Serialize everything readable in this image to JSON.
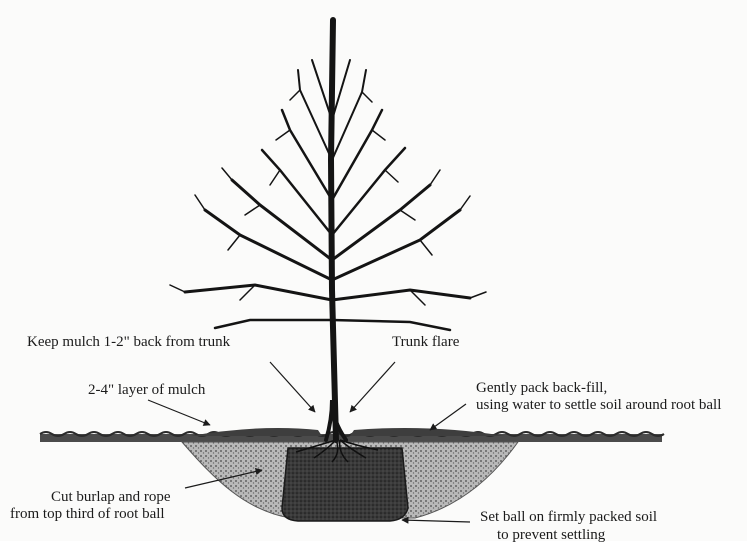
{
  "figure": {
    "subject": "tree planting diagram",
    "colors": {
      "background": "#fbfbfa",
      "ink": "#1b1b1b",
      "soil": "#5a5a5a",
      "root_ball": "#2e2e2e",
      "backfill": "#9a9a9a"
    }
  },
  "labels": {
    "keep_mulch": "Keep mulch 1-2\" back from trunk",
    "trunk_flare": "Trunk flare",
    "mulch_layer": "2-4\" layer of mulch",
    "backfill_line1": "Gently pack back-fill,",
    "backfill_line2": "using water to settle soil around root ball",
    "burlap_line1": "Cut burlap and rope",
    "burlap_line2": "from top third of root ball",
    "set_ball_line1": "Set ball on firmly packed soil",
    "set_ball_line2": "to prevent settling"
  }
}
